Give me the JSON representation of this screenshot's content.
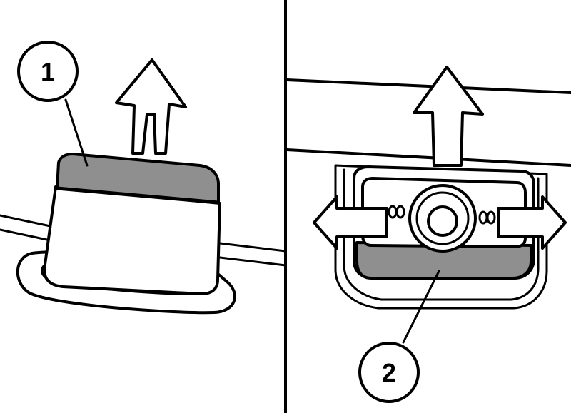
{
  "colors": {
    "ink": "#000000",
    "paper": "#ffffff",
    "highlight": "#8f8f8f",
    "shadow": "#d9d9d9"
  },
  "panels": [
    {
      "id": "left",
      "callout": {
        "label": "1"
      },
      "arrows": [
        "up"
      ]
    },
    {
      "id": "right",
      "callout": {
        "label": "2"
      },
      "arrows": [
        "up",
        "left",
        "right"
      ]
    }
  ]
}
